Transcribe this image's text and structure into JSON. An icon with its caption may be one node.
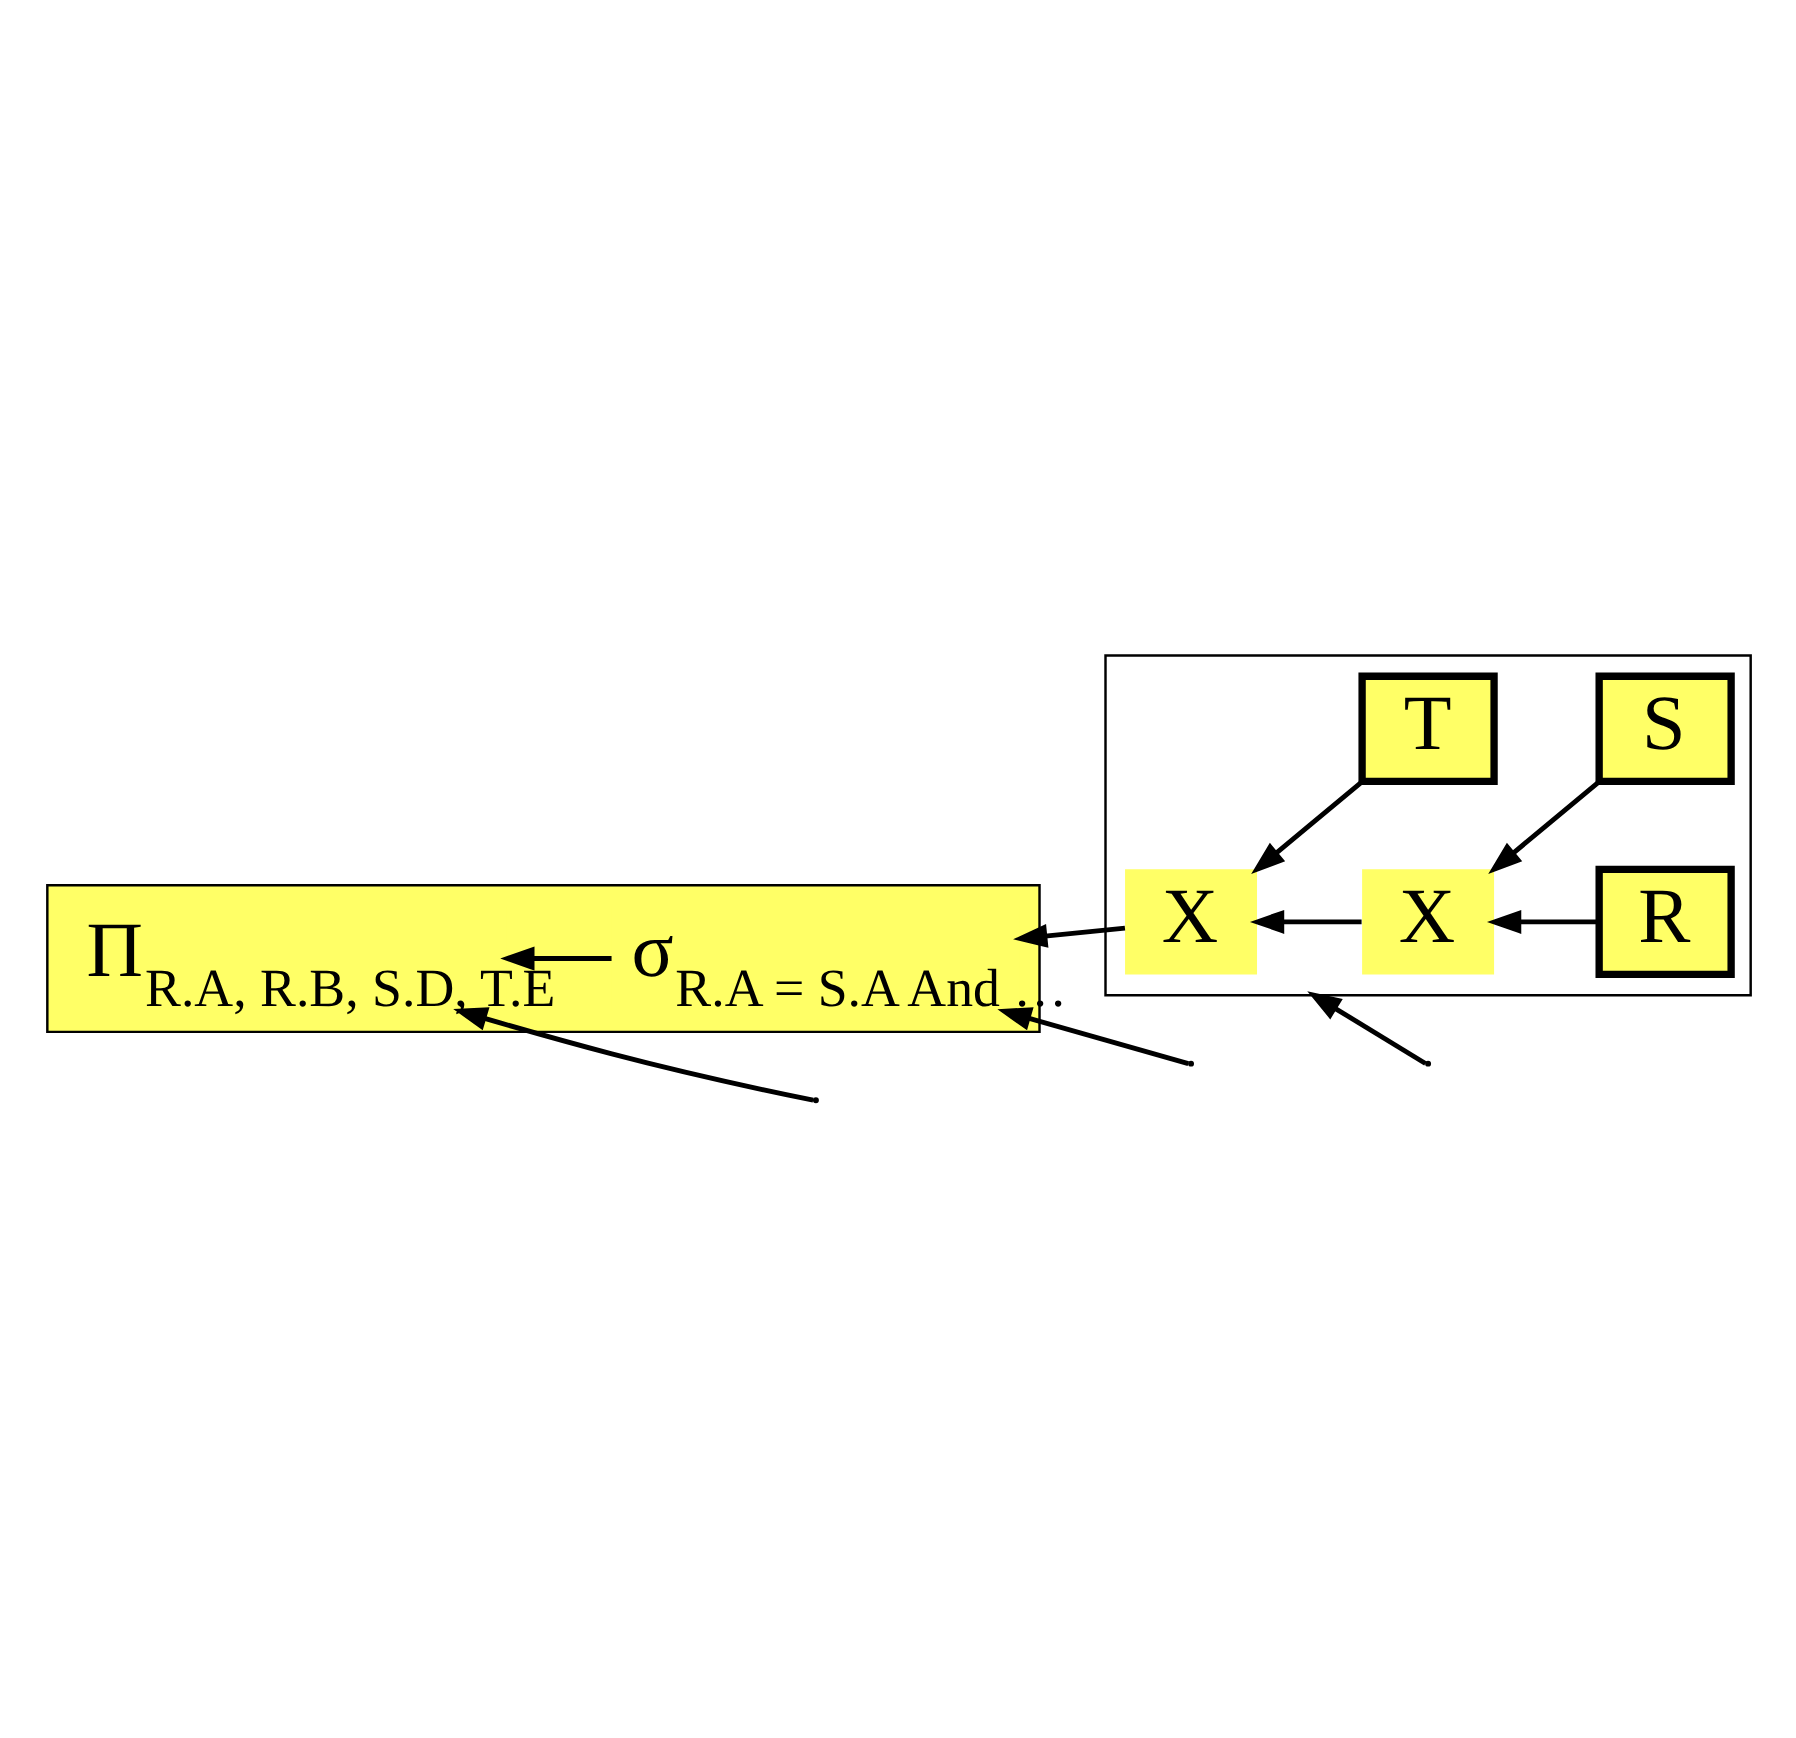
{
  "diagram": {
    "nodes": [
      {
        "text": [],
        "shape": "box"
      },
      {
        "text": [
          "Π$_{R.A, R.B, S.D, T.E}$"
        ],
        "in": 0
      },
      {
        "text": [
          "σ$_{R.A = S.A And …}$"
        ],
        "in": 0
      },
      {
        "text": [],
        "shape": "polygon"
      },
      {
        "text": [
          "X"
        ],
        "in": 3
      },
      {
        "text": [
          "T"
        ],
        "in": 3
      },
      {
        "text": [
          "X"
        ],
        "in": 3
      },
      {
        "text": [
          "S"
        ],
        "in": 3
      },
      {
        "text": [
          "R"
        ],
        "in": 3
      }
    ],
    "edges": [
      {
        "from": 8,
        "to": 6,
        "arrow": "to"
      },
      {
        "from": 7,
        "to": 6,
        "arrow": "to"
      },
      {
        "from": 6,
        "to": 4,
        "arrow": "to"
      },
      {
        "from": 5,
        "to": 4,
        "arrow": "to"
      },
      {
        "from": 4,
        "to": 2,
        "arrow": "to"
      },
      {
        "from": 2,
        "to": 1,
        "arrow": "to"
      },
      {
        "from": null,
        "to": 1,
        "arrow": "to"
      },
      {
        "from": null,
        "to": 2,
        "arrow": "to"
      },
      {
        "from": null,
        "to": 3,
        "arrow": "to"
      }
    ]
  }
}
